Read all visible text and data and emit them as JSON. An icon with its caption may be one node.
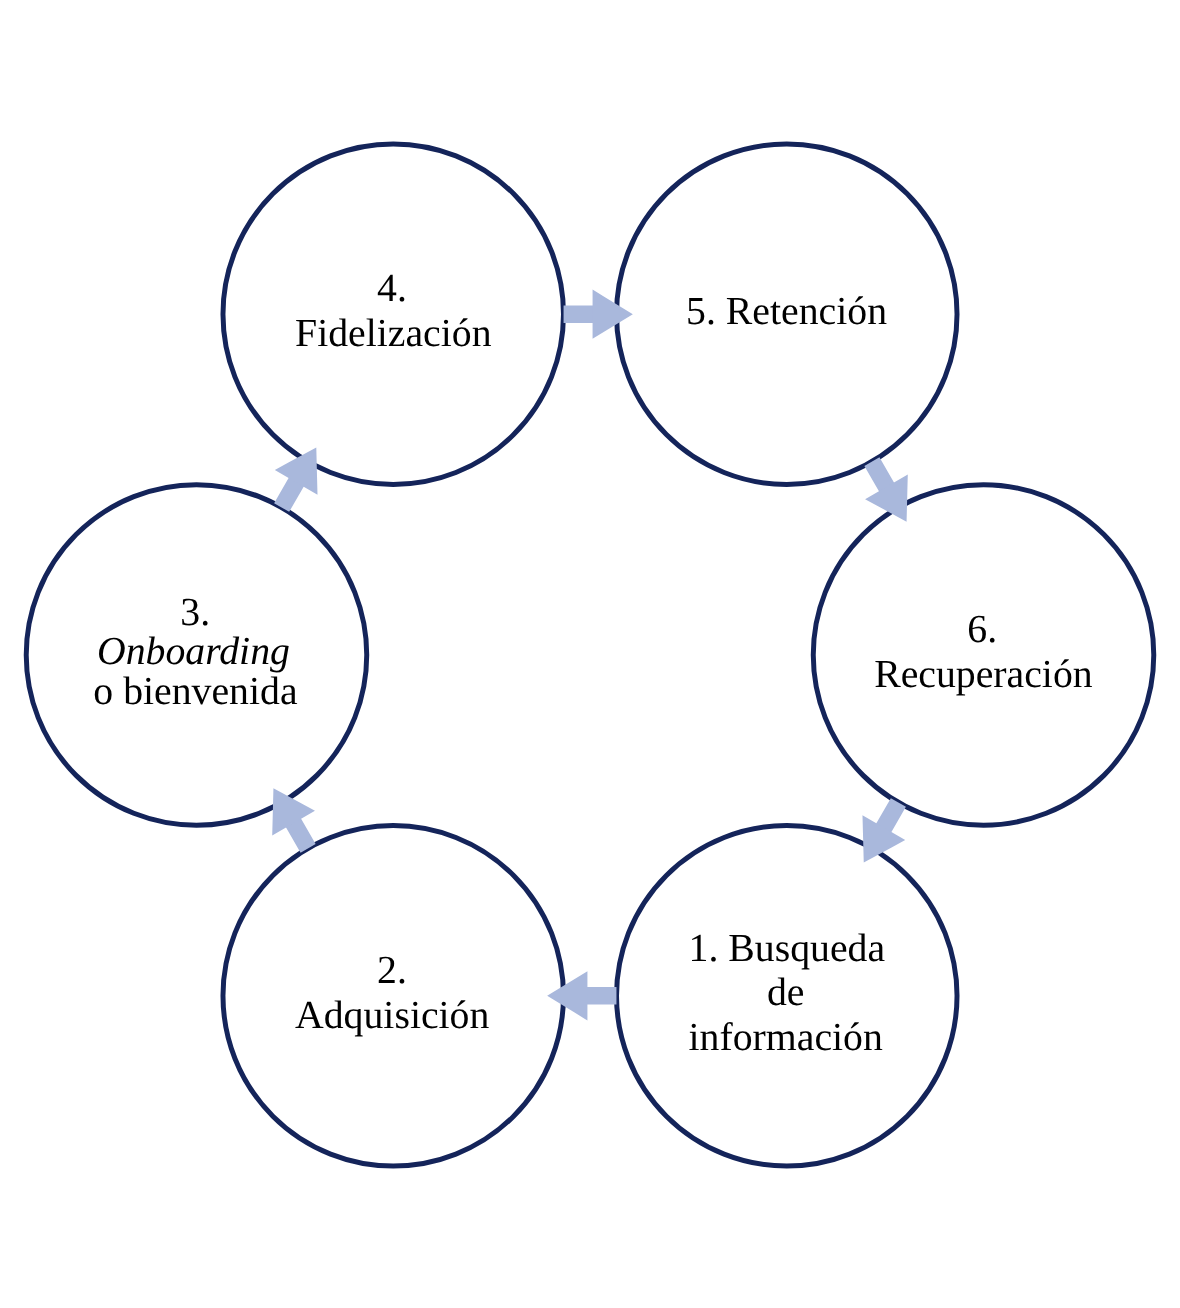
{
  "diagram": {
    "nodes": [
      {
        "text": [
          "1. Busqueda de información"
        ]
      },
      {
        "text": [
          "2. Adquisición"
        ]
      },
      {
        "text": [
          "3. *Onboarding* o bienvenida"
        ]
      },
      {
        "text": [
          "4. Fidelización"
        ]
      },
      {
        "text": [
          "5. Retención"
        ]
      },
      {
        "text": [
          "6. Recuperación"
        ]
      }
    ],
    "edges": [
      {
        "from": 0,
        "to": 1,
        "arrow": "to"
      },
      {
        "from": 1,
        "to": 2,
        "arrow": "to"
      },
      {
        "from": 2,
        "to": 3,
        "arrow": "to"
      },
      {
        "from": 3,
        "to": 4,
        "arrow": "to"
      },
      {
        "from": 4,
        "to": 5,
        "arrow": "to"
      },
      {
        "from": 5,
        "to": 0,
        "arrow": "to"
      }
    ]
  }
}
